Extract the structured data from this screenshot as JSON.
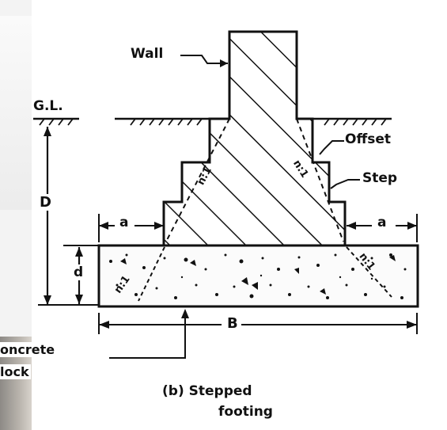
{
  "labels": {
    "wall": "Wall",
    "gl": "G.L.",
    "offset": "Offset",
    "step": "Step",
    "D": "D",
    "d": "d",
    "a_left": "a",
    "a_right": "a",
    "B": "B",
    "slope_left": "n:1",
    "slope_right": "n:1",
    "slope_block": "n:1",
    "slope_block_right": "n:1"
  },
  "side_text": {
    "line1": "oncrete",
    "line2": "lock"
  },
  "caption": {
    "line1": "(b)  Stepped",
    "line2": "footing"
  }
}
